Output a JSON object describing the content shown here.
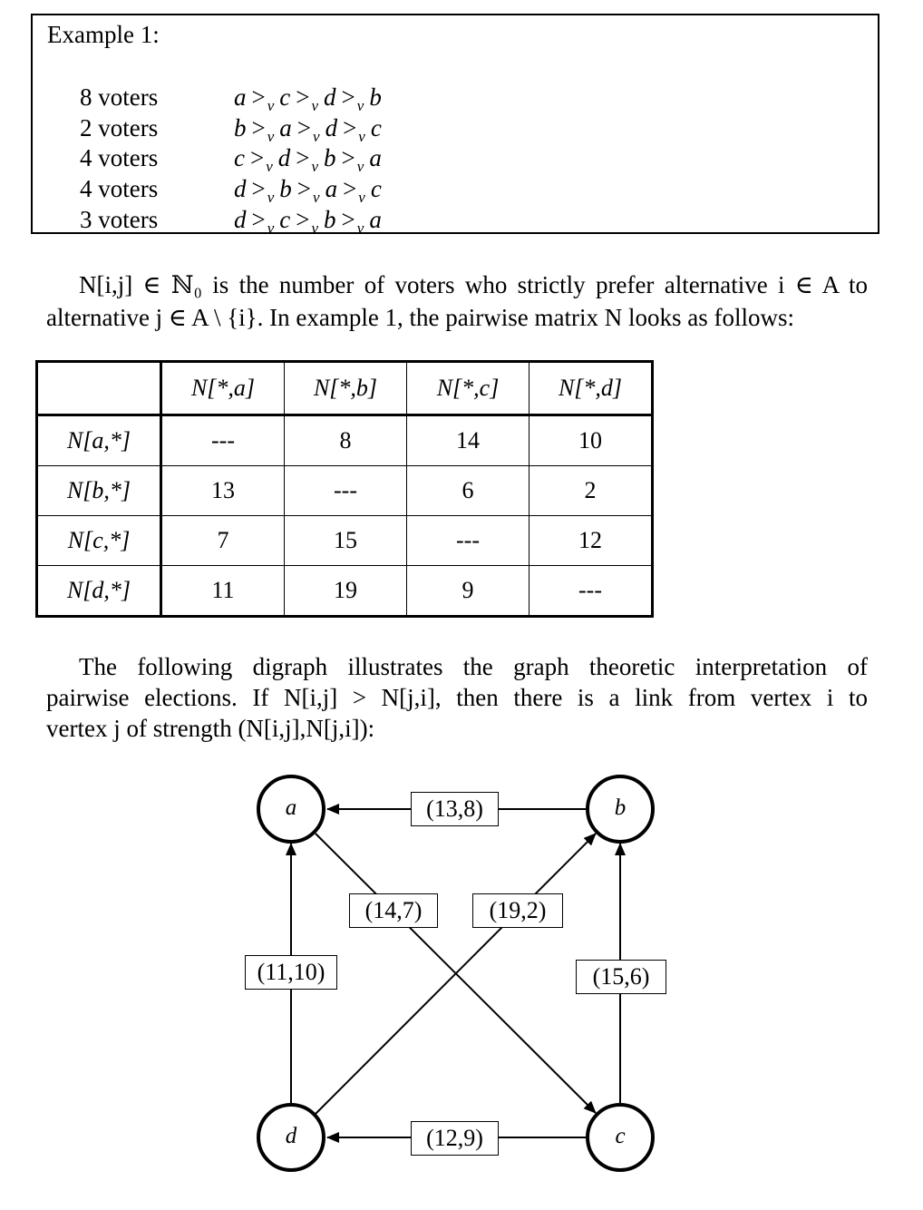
{
  "example": {
    "title": "Example 1:",
    "rows": [
      {
        "voters": "8 voters",
        "order": [
          "a",
          "c",
          "d",
          "b"
        ]
      },
      {
        "voters": "2 voters",
        "order": [
          "b",
          "a",
          "d",
          "c"
        ]
      },
      {
        "voters": "4 voters",
        "order": [
          "c",
          "d",
          "b",
          "a"
        ]
      },
      {
        "voters": "4 voters",
        "order": [
          "d",
          "b",
          "a",
          "c"
        ]
      },
      {
        "voters": "3 voters",
        "order": [
          "d",
          "c",
          "b",
          "a"
        ]
      }
    ],
    "relation_symbol": ">",
    "relation_subscript": "v"
  },
  "paragraph1": {
    "line1": "N[i,j] ∈ ℕ₀ is the number of voters who strictly prefer alternative i ∈ A to",
    "line2": "alternative j ∈ A \\ {i}. In example 1, the pairwise matrix N looks as follows:"
  },
  "matrix": {
    "column_headers": [
      "N[*,a]",
      "N[*,b]",
      "N[*,c]",
      "N[*,d]"
    ],
    "rows": [
      {
        "label": "N[a,*]",
        "cells": [
          "---",
          "8",
          "14",
          "10"
        ]
      },
      {
        "label": "N[b,*]",
        "cells": [
          "13",
          "---",
          "6",
          "2"
        ]
      },
      {
        "label": "N[c,*]",
        "cells": [
          "7",
          "15",
          "---",
          "12"
        ]
      },
      {
        "label": "N[d,*]",
        "cells": [
          "11",
          "19",
          "9",
          "---"
        ]
      }
    ]
  },
  "paragraph2": {
    "line1": "The following digraph illustrates the graph theoretic interpretation of",
    "line2": "pairwise elections. If N[i,j] > N[j,i], then there is a link from vertex i to",
    "line3": "vertex j of strength (N[i,j],N[j,i]):"
  },
  "graph": {
    "vertices": {
      "a": "a",
      "b": "b",
      "c": "c",
      "d": "d"
    },
    "edges": [
      {
        "from": "b",
        "to": "a",
        "label": "(13,8)"
      },
      {
        "from": "a",
        "to": "c",
        "label": "(14,7)"
      },
      {
        "from": "d",
        "to": "b",
        "label": "(19,2)"
      },
      {
        "from": "d",
        "to": "a",
        "label": "(11,10)"
      },
      {
        "from": "c",
        "to": "b",
        "label": "(15,6)"
      },
      {
        "from": "c",
        "to": "d",
        "label": "(12,9)"
      }
    ]
  }
}
